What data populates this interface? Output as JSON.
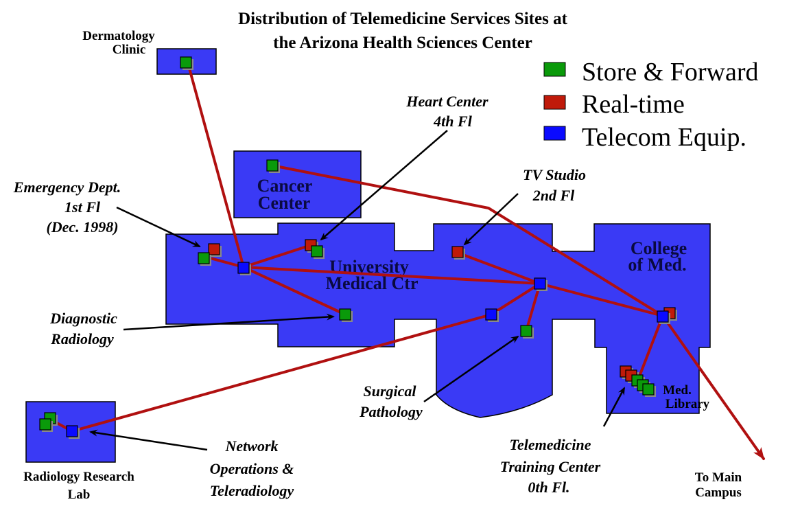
{
  "title": {
    "line1": "Distribution of Telemedicine Services Sites at",
    "line2": "the Arizona Health Sciences Center"
  },
  "legend": {
    "items": [
      {
        "label": "Store & Forward",
        "color": "#0a9a0a"
      },
      {
        "label": "Real-time",
        "color": "#c01a0a"
      },
      {
        "label": "Telecom Equip.",
        "color": "#0a0aff"
      }
    ]
  },
  "buildings": {
    "dermatology": {
      "line1": "Dermatology",
      "line2": "Clinic"
    },
    "cancer": {
      "line1": "Cancer",
      "line2": "Center"
    },
    "umc": {
      "line1": "University",
      "line2": "Medical Ctr"
    },
    "college": {
      "line1": "College",
      "line2": "of Med."
    },
    "library": {
      "line1": "Med.",
      "line2": "Library"
    },
    "radiology_lab": {
      "line1": "Radiology Research",
      "line2": "Lab"
    }
  },
  "sites": {
    "emergency": {
      "line1": "Emergency Dept.",
      "line2": "1st Fl",
      "line3": "(Dec. 1998)"
    },
    "heart": {
      "line1": "Heart Center",
      "line2": "4th Fl"
    },
    "tv": {
      "line1": "TV Studio",
      "line2": "2nd Fl"
    },
    "diagnostic": {
      "line1": "Diagnostic",
      "line2": "Radiology"
    },
    "surgical": {
      "line1": "Surgical",
      "line2": "Pathology"
    },
    "network": {
      "line1": "Network",
      "line2": "Operations &",
      "line3": "Teleradiology"
    },
    "training": {
      "line1": "Telemedicine",
      "line2": "Training Center",
      "line3": "0th Fl."
    },
    "main_campus": {
      "line1": "To Main",
      "line2": "Campus"
    }
  },
  "colors": {
    "store_forward": "#0a9a0a",
    "real_time": "#c01a0a",
    "telecom": "#0a0aff",
    "building": "#3a3af5",
    "link": "#b01010"
  }
}
